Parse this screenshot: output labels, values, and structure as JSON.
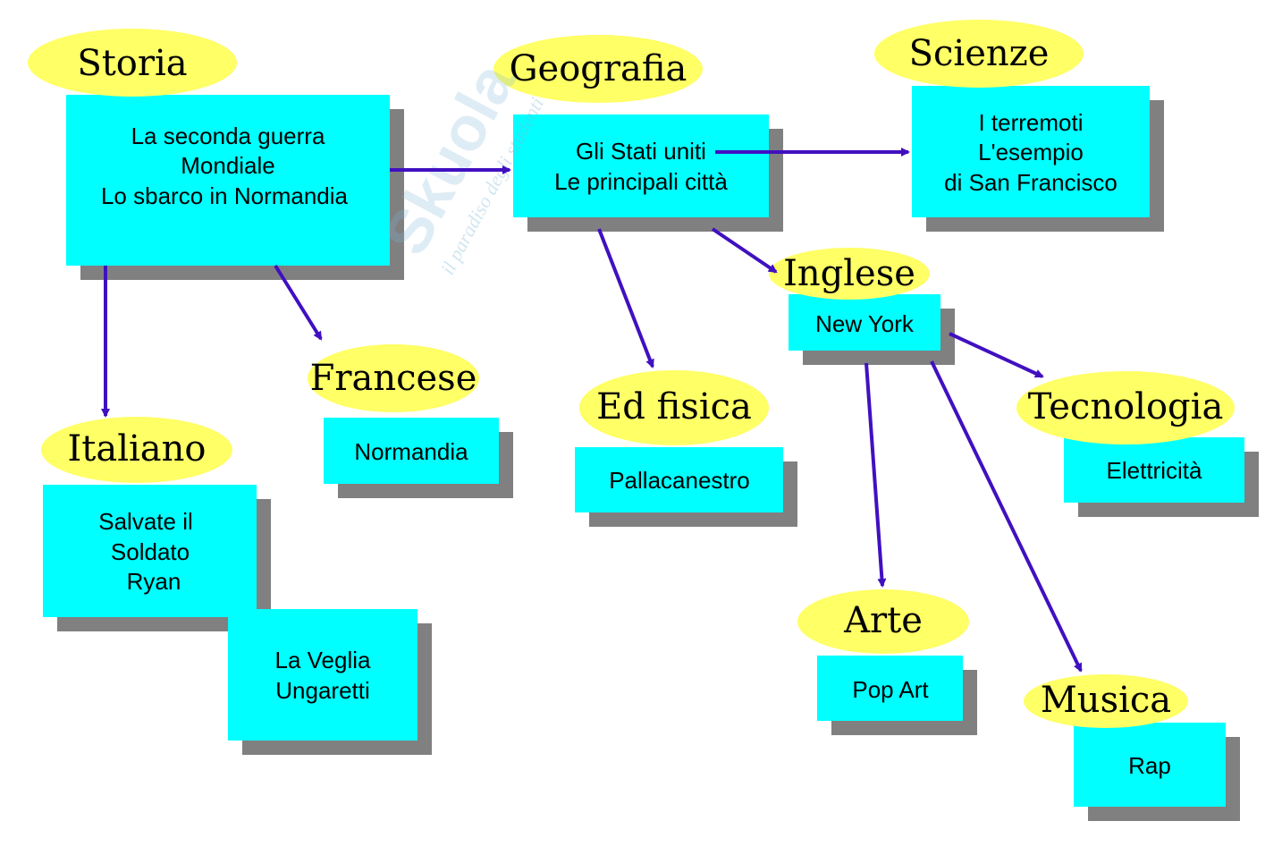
{
  "watermark": {
    "brand": "Skuola.net",
    "tagline": "il paradiso degli studenti"
  },
  "colors": {
    "box": "#00ffff",
    "shadow": "#808080",
    "ellipse": "#ffff66",
    "arrow": "#4010c0"
  },
  "nodes": {
    "storia": {
      "title": "Storia",
      "lines": [
        "La seconda guerra",
        "Mondiale",
        "Lo sbarco in Normandia"
      ]
    },
    "geografia": {
      "title": "Geografia",
      "lines": [
        "Gli Stati uniti",
        "Le principali città"
      ]
    },
    "scienze": {
      "title": "Scienze",
      "lines": [
        "I terremoti",
        "L'esempio",
        "di San Francisco"
      ]
    },
    "inglese": {
      "title": "Inglese",
      "lines": [
        "New York"
      ]
    },
    "francese": {
      "title": "Francese",
      "lines": [
        "Normandia"
      ]
    },
    "edfisica": {
      "title": "Ed fisica",
      "lines": [
        "Pallacanestro"
      ]
    },
    "italiano": {
      "title": "Italiano",
      "lines": [
        "Salvate il",
        "Soldato",
        "Ryan"
      ],
      "lines2": [
        "La Veglia",
        "Ungaretti"
      ]
    },
    "tecnologia": {
      "title": "Tecnologia",
      "lines": [
        "Elettricità"
      ]
    },
    "arte": {
      "title": "Arte",
      "lines": [
        "Pop Art"
      ]
    },
    "musica": {
      "title": "Musica",
      "lines": [
        "Rap"
      ]
    }
  }
}
